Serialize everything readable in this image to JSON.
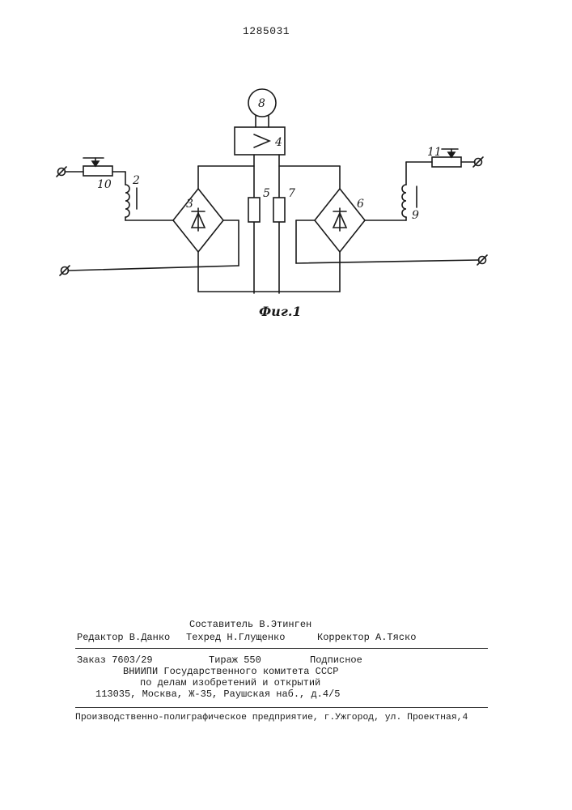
{
  "header": {
    "patent_number": "1285031"
  },
  "figure": {
    "caption": "Фиг.1",
    "labels": {
      "c2": "2",
      "c3": "3",
      "c4": "4",
      "c5": "5",
      "c6": "6",
      "c7": "7",
      "c8": "8",
      "c9": "9",
      "c10": "10",
      "c11": "11"
    }
  },
  "imprint": {
    "compiler": "Составитель В.Этинген",
    "editor": "Редактор В.Данко",
    "techred": "Техред Н.Глущенко",
    "corrector": "Корректор А.Тяско",
    "order": "Заказ 7603/29",
    "circulation": "Тираж 550",
    "subscription": "Подписное",
    "org1": "ВНИИПИ Государственного комитета СССР",
    "org2": "по делам изобретений и открытий",
    "address": "113035, Москва, Ж-35, Раушская наб., д.4/5",
    "printer": "Производственно-полиграфическое предприятие, г.Ужгород, ул. Проектная,4"
  }
}
